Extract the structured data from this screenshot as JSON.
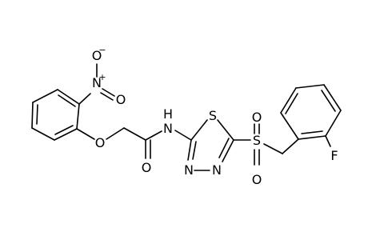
{
  "molecule": {
    "atoms": {
      "nitro_n": "N",
      "nitro_n_charge": "+",
      "nitro_o_top": "O",
      "nitro_o_top_charge": "−",
      "nitro_o_right": "O",
      "ether_o": "O",
      "carbonyl_o": "O",
      "amide_nh": "N",
      "amide_h": "H",
      "ring_s": "S",
      "ring_n1": "N",
      "ring_n2": "N",
      "sulfonyl_s": "S",
      "sulfonyl_o_top": "O",
      "sulfonyl_o_bottom": "O",
      "fluorine": "F"
    }
  }
}
